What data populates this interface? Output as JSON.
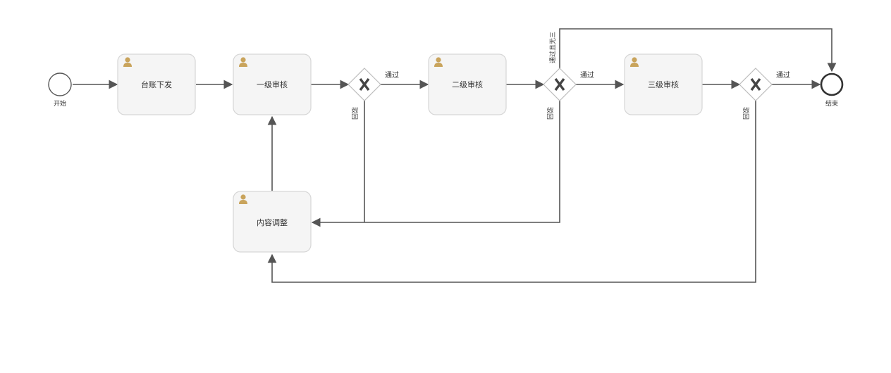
{
  "colors": {
    "task_fill": "#f5f5f5",
    "task_border": "#d6d6d6",
    "flow_line": "#555555",
    "user_icon": "#c9a45c",
    "gateway_border": "#bdbdbd"
  },
  "events": {
    "start_label": "开始",
    "end_label": "结束"
  },
  "tasks": {
    "issue": "台账下发",
    "review1": "一级审核",
    "review2": "二级审核",
    "review3": "三级审核",
    "adjust": "内容调整"
  },
  "flows": {
    "g1_pass": "通过",
    "g1_reject": "驳回",
    "g2_pass": "通过",
    "g2_reject": "驳回",
    "g2_end": "通过且无三",
    "g3_pass": "通过",
    "g3_reject": "驳回"
  },
  "icons": {
    "task_icon": "user-icon",
    "gateway_icon": "exclusive-gateway-x-icon"
  }
}
